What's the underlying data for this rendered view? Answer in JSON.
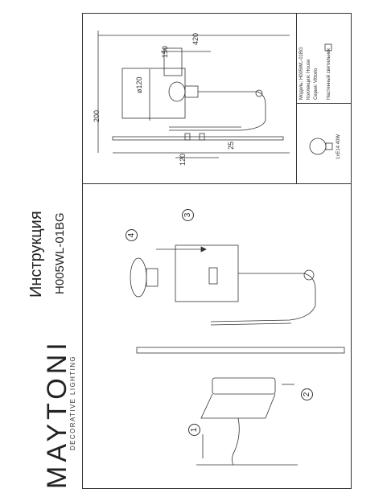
{
  "brand": {
    "name": "MAYTONI",
    "tagline": "DECORATIVE LIGHTING"
  },
  "document": {
    "title": "Инструкция",
    "model": "H005WL-01BG"
  },
  "info": {
    "model_line": "Модель: H005WL-01BG",
    "collection_line": "Коллекция: House",
    "series_line": "Серия: Vittorio",
    "type_line": "Настенный светильник",
    "bulb": "1xE14 40W"
  },
  "dimensions": {
    "width": "420",
    "shade_width": "150",
    "diameter": "ø120",
    "height": "200",
    "base": "120",
    "offset": "25"
  },
  "steps": [
    "1",
    "2",
    "3",
    "4"
  ],
  "colors": {
    "line": "#333333",
    "background": "#ffffff"
  }
}
